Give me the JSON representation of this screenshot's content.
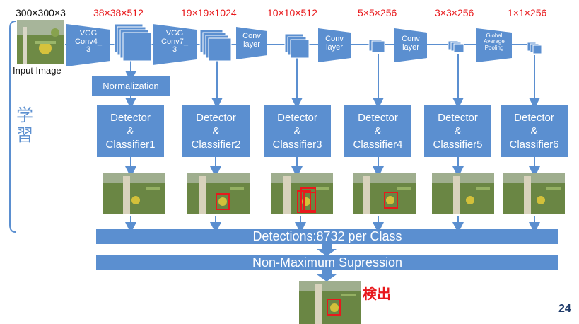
{
  "dims": [
    "300×300×3",
    "38×38×512",
    "19×19×1024",
    "10×10×512",
    "5×5×256",
    "3×3×256",
    "1×1×256"
  ],
  "input_label": "Input Image",
  "layers": [
    {
      "label": "VGG\nConv4_\n3"
    },
    {
      "label": "VGG\nConv7_\n3"
    },
    {
      "label": "Conv\nlayer"
    },
    {
      "label": "Conv\nlayer"
    },
    {
      "label": "Conv\nlayer"
    },
    {
      "label": "Global\nAverage\nPooling"
    }
  ],
  "normalization_label": "Normalization",
  "detectors": [
    {
      "line1": "Detector",
      "line2": "&",
      "line3": "Classifier1"
    },
    {
      "line1": "Detector",
      "line2": "&",
      "line3": "Classifier2"
    },
    {
      "line1": "Detector",
      "line2": "&",
      "line3": "Classifier3"
    },
    {
      "line1": "Detector",
      "line2": "&",
      "line3": "Classifier4"
    },
    {
      "line1": "Detector",
      "line2": "&",
      "line3": "Classifier5"
    },
    {
      "line1": "Detector",
      "line2": "&",
      "line3": "Classifier6"
    }
  ],
  "detections_bar": "Detections:8732 per Class",
  "nms_bar": "Non-Maximum Supression",
  "learning_label": "学\n習",
  "result_label": "検出",
  "page_number": "24",
  "colors": {
    "accent": "#5b8fd0",
    "dim_red": "#e8191c",
    "arrow": "#5b8fd0"
  }
}
